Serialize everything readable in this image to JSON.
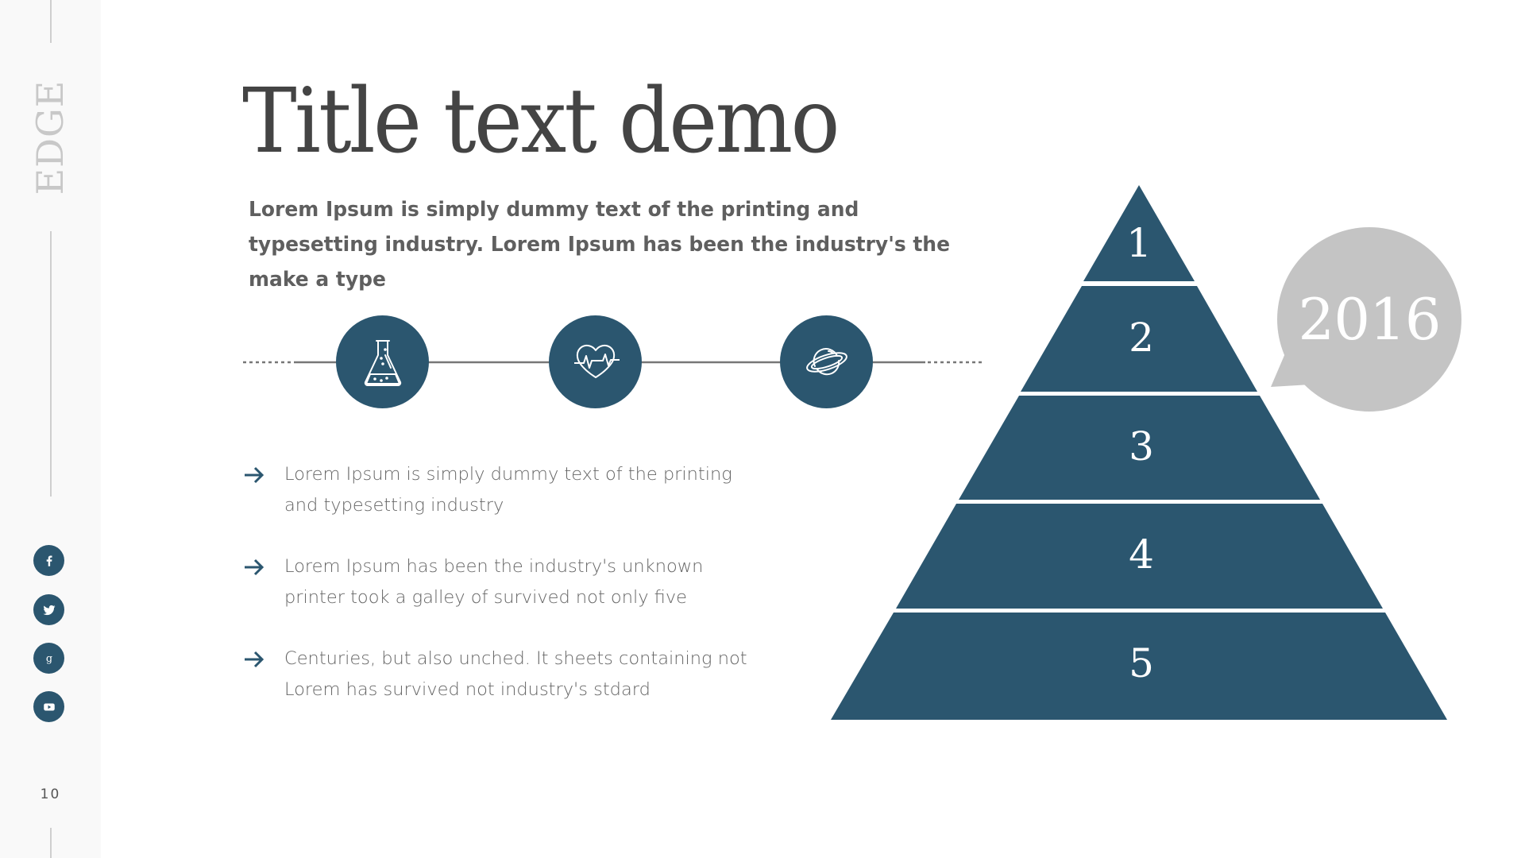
{
  "sidebar": {
    "brand": "EDGE",
    "page_number": "10",
    "social": [
      {
        "name": "facebook",
        "icon": "facebook-icon"
      },
      {
        "name": "twitter",
        "icon": "twitter-icon"
      },
      {
        "name": "google",
        "icon": "google-icon"
      },
      {
        "name": "youtube",
        "icon": "youtube-icon"
      }
    ]
  },
  "header": {
    "title": "Title text demo",
    "subtitle": "Lorem Ipsum is simply dummy text of the printing and typesetting industry. Lorem Ipsum has been the industry's the make a type"
  },
  "timeline": {
    "icons": [
      "flask-icon",
      "heart-pulse-icon",
      "planet-icon"
    ]
  },
  "bullets": [
    {
      "text": "Lorem Ipsum is simply dummy text of the printing and typesetting industry"
    },
    {
      "text": "Lorem Ipsum has been the industry's unknown printer took a galley of survived not only five"
    },
    {
      "text": "Centuries, but also unched. It sheets containing not  Lorem has survived not industry's stdard"
    }
  ],
  "pyramid": {
    "tiers": [
      "1",
      "2",
      "3",
      "4",
      "5"
    ],
    "callout": "2016"
  },
  "colors": {
    "accent": "#2b566f",
    "callout": "#c4c4c4",
    "title": "#444444",
    "body": "#666666",
    "sidebar_bg": "#f9f9f9"
  }
}
